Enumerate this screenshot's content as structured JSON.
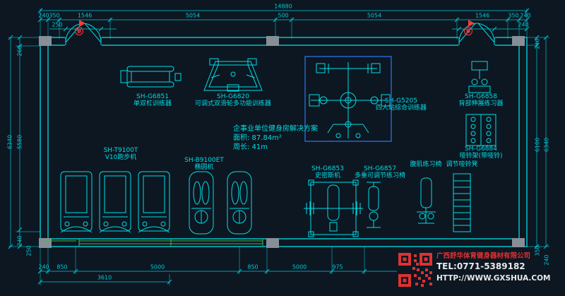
{
  "colors": {
    "background": "#0c1722",
    "line_cyan": "#00dde4",
    "dimension_cyan": "#00c9d4",
    "window_green": "#3fbf4f",
    "marker_red": "#ff3b3b",
    "selection_blue": "#2e6fe8",
    "column_gray": "#878e96",
    "watermark_red": "#e03131",
    "watermark_white": "#e9e9e9"
  },
  "plan": {
    "solution_title": "企事业单位健身房解决方案",
    "solution_area": "面积: 87.84m²",
    "solution_perimeter": "周长: 41m",
    "door_marker": "B"
  },
  "equipment": [
    {
      "model": "SH-G6851",
      "name": "单双杠训练器"
    },
    {
      "model": "SH-G6820",
      "name": "可调式双滑轮多功能训练器"
    },
    {
      "model": "SH-G5205",
      "name": "四人站综合训练器"
    },
    {
      "model": "SH-G6858",
      "name": "背部伸展练习器"
    },
    {
      "model": "SH-G6884",
      "name": "哑铃架(带哑铃)"
    },
    {
      "model": "SH-T9100T",
      "name": "V10跑步机",
      "count": 3
    },
    {
      "model": "SH-B9100ET",
      "name": "椭圆机",
      "count": 2
    },
    {
      "model": "SH-G6853",
      "name": "史密斯机"
    },
    {
      "model": "SH-G6857",
      "name": "多重可调节练习椅"
    },
    {
      "model": "",
      "name": "腹肌练习椅"
    },
    {
      "model": "",
      "name": "调节哑铃凳"
    }
  ],
  "dimensions": {
    "overall_top": "14880",
    "top_row": [
      "240",
      "350",
      "1546",
      "5054",
      "500",
      "5054",
      "1546",
      "350",
      "240"
    ],
    "top_detail_left": "250",
    "top_detail_right": "240",
    "left_outer": "6340",
    "left_inner": [
      "260",
      "5580",
      "240"
    ],
    "left_detail": "250",
    "right_outer": "6340",
    "right_inner": [
      "240",
      "6100",
      "350"
    ],
    "right_detail": "240",
    "bottom_row": [
      "240",
      "850",
      "5000",
      "850",
      "5000",
      "975"
    ],
    "bottom_detail": "3610"
  },
  "watermark": {
    "company": "广西舒华体育健身器材有限公司",
    "tel": "TEL:0771-5389182",
    "url": "HTTP://WWW.GXSHUA.COM"
  }
}
